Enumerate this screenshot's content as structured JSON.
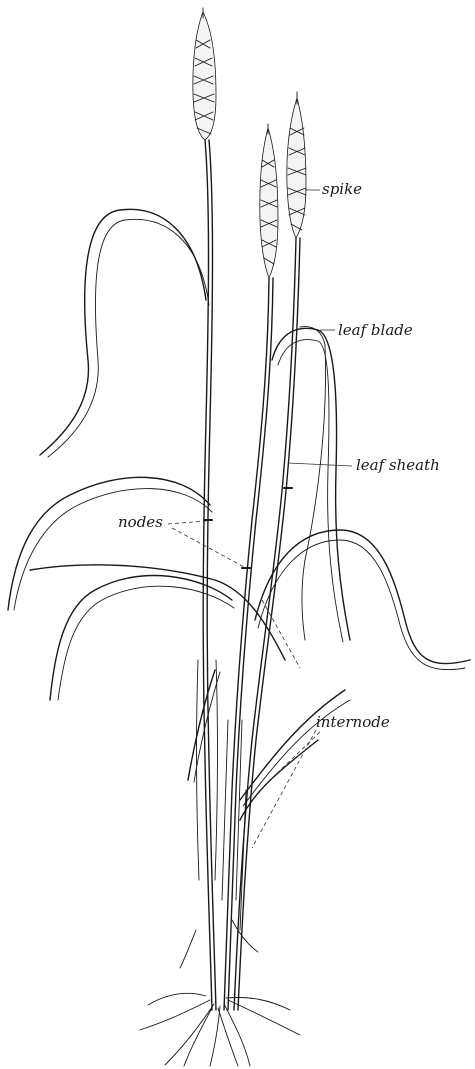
{
  "labels": {
    "spike": "spike",
    "leaf_blade": "leaf blade",
    "leaf_sheath": "leaf sheath",
    "nodes": "nodes",
    "internode": "internode"
  }
}
